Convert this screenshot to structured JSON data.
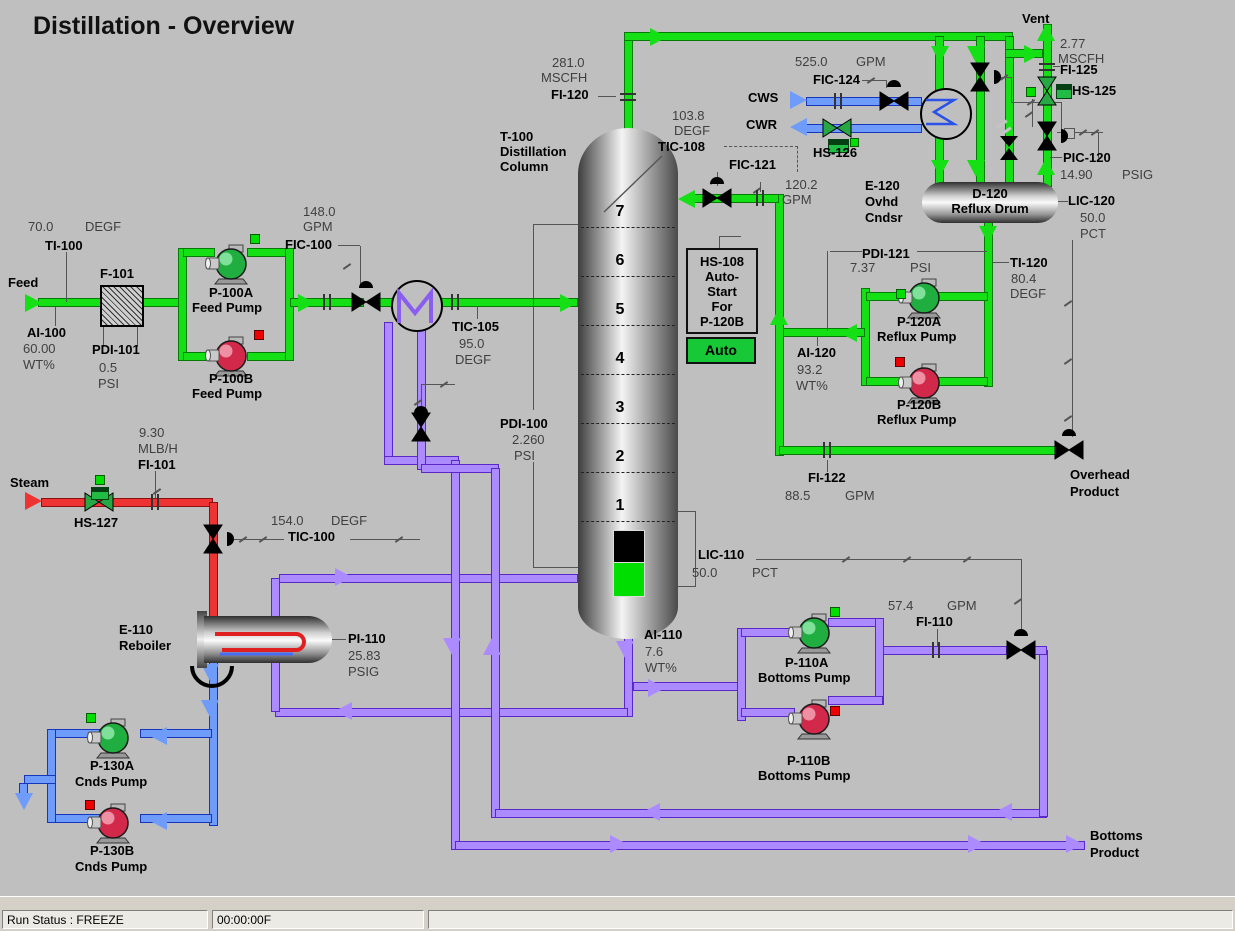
{
  "title": "Distillation - Overview",
  "colors": {
    "background": "#bfbfbf",
    "process_line_green": "#15e015",
    "bottoms_line_purple": "#ab8bff",
    "water_line_blue": "#6f9bfa",
    "steam_line_red": "#ee3333",
    "running_led": "#00e000",
    "stopped_led": "#ee0000",
    "auto_button": "#17c837"
  },
  "column": {
    "trays": [
      "7",
      "6",
      "5",
      "4",
      "3",
      "2",
      "1"
    ]
  },
  "drum": {
    "line1": "D-120",
    "line2": "Reflux Drum"
  },
  "hs108": {
    "lines": [
      "HS-108",
      "Auto-",
      "Start",
      "For",
      "P-120B"
    ],
    "button_label": "Auto"
  },
  "status_bar": {
    "run_status": "Run Status : FREEZE",
    "clock": "00:00:00F"
  },
  "texts": {
    "t70": "70.0",
    "degf100": "DEGF",
    "ti100": "TI-100",
    "feed": "Feed",
    "ai100": "AI-100",
    "v6000": "60.00",
    "wt100": "WT%",
    "f101": "F-101",
    "pdi101": "PDI-101",
    "v05": "0.5",
    "psi101": "PSI",
    "p100a": "P-100A",
    "p100a2": "Feed Pump",
    "p100b": "P-100B",
    "p100b2": "Feed Pump",
    "v1480": "148.0",
    "gpm100": "GPM",
    "fic100": "FIC-100",
    "tic105": "TIC-105",
    "v950": "95.0",
    "degf105": "DEGF",
    "pdi100": "PDI-100",
    "v2260": "2.260",
    "psi100": "PSI",
    "t100": "T-100",
    "t100b": "Distillation",
    "t100c": "Column",
    "v2810": "281.0",
    "mscfh120": "MSCFH",
    "fi120": "FI-120",
    "v1038": "103.8",
    "degf108": "DEGF",
    "tic108": "TIC-108",
    "fic121": "FIC-121",
    "v1202": "120.2",
    "gpm121": "GPM",
    "v5250": "525.0",
    "gpm124": "GPM",
    "fic124": "FIC-124",
    "cws": "CWS",
    "cwr": "CWR",
    "hs126": "HS-126",
    "e120a": "E-120",
    "e120b": "Ovhd",
    "e120c": "Cndsr",
    "vent": "Vent",
    "v277": "2.77",
    "mscfh125": "MSCFH",
    "fi125": "FI-125",
    "hs125": "HS-125",
    "pic120": "PIC-120",
    "v1490": "14.90",
    "psig120": "PSIG",
    "lic120": "LIC-120",
    "v500d": "50.0",
    "pct120": "PCT",
    "pdi121": "PDI-121",
    "v737": "7.37",
    "psi121": "PSI",
    "ti120": "TI-120",
    "v804": "80.4",
    "degf120": "DEGF",
    "p120a": "P-120A",
    "p120a2": "Reflux Pump",
    "p120b": "P-120B",
    "p120b2": "Reflux Pump",
    "ai120": "AI-120",
    "v932": "93.2",
    "wt120": "WT%",
    "fi122": "FI-122",
    "v885": "88.5",
    "gpm122": "GPM",
    "ovhd1": "Overhead",
    "ovhd2": "Product",
    "v930": "9.30",
    "mlbh": "MLB/H",
    "fi101": "FI-101",
    "steam": "Steam",
    "hs127": "HS-127",
    "v1540": "154.0",
    "degftic100": "DEGF",
    "tic100": "TIC-100",
    "e110": "E-110",
    "e110b": "Reboiler",
    "pi110": "PI-110",
    "v2583": "25.83",
    "psig110": "PSIG",
    "lic110": "LIC-110",
    "v500c": "50.0",
    "pct110": "PCT",
    "ai110": "AI-110",
    "v76": "7.6",
    "wt110": "WT%",
    "v574": "57.4",
    "gpm110": "GPM",
    "fi110": "FI-110",
    "p110a": "P-110A",
    "p110a2": "Bottoms Pump",
    "p110b": "P-110B",
    "p110b2": "Bottoms Pump",
    "p130a": "P-130A",
    "p130a2": "Cnds Pump",
    "p130b": "P-130B",
    "p130b2": "Cnds Pump",
    "btm1": "Bottoms",
    "btm2": "Product"
  }
}
